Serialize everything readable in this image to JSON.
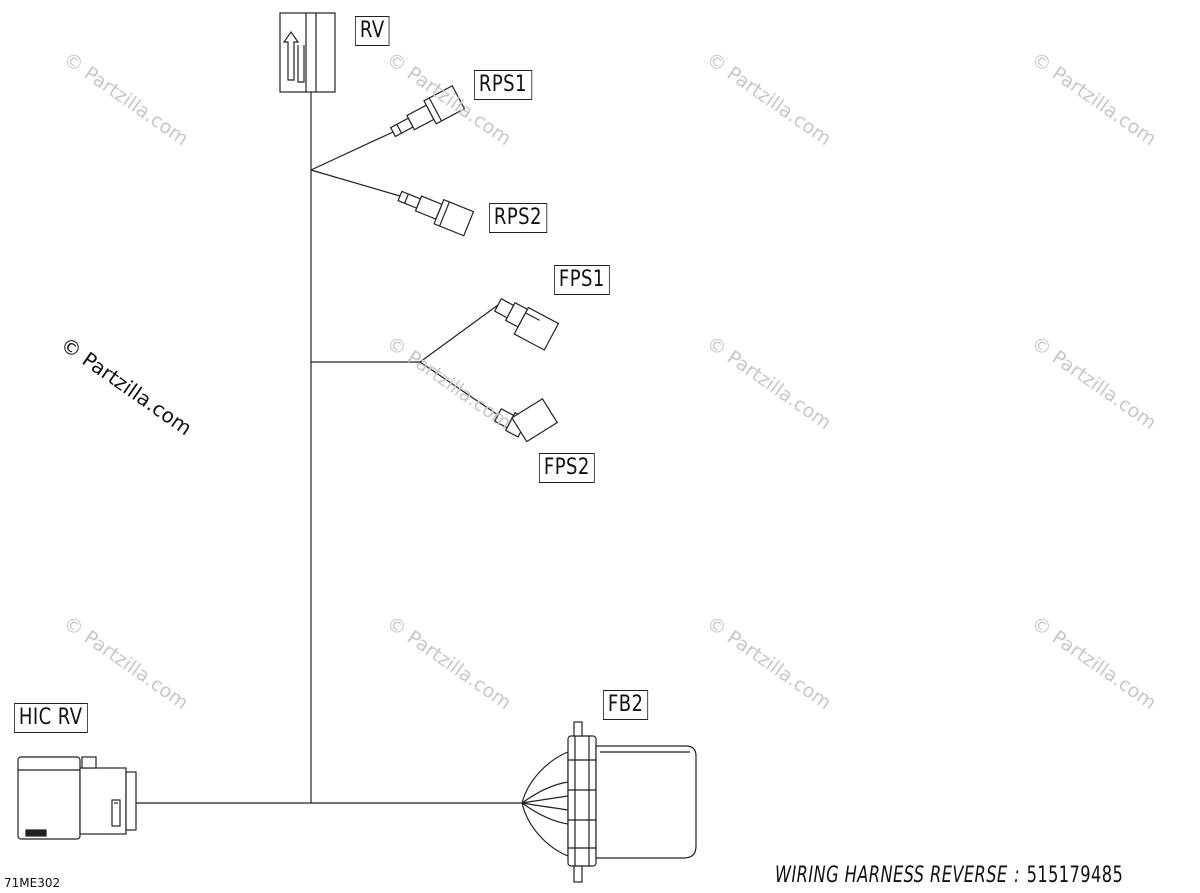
{
  "labels": {
    "rv": "RV",
    "rps1": "RPS1",
    "rps2": "RPS2",
    "fps1": "FPS1",
    "fps2": "FPS2",
    "fb2": "FB2",
    "hic_rv": "HIC  RV"
  },
  "watermark": "© Partzilla.com",
  "title": {
    "name": "WIRING HARNESS  REVERSE",
    "separator": ":",
    "part_number": "515179485"
  },
  "figure_code": "71ME302"
}
